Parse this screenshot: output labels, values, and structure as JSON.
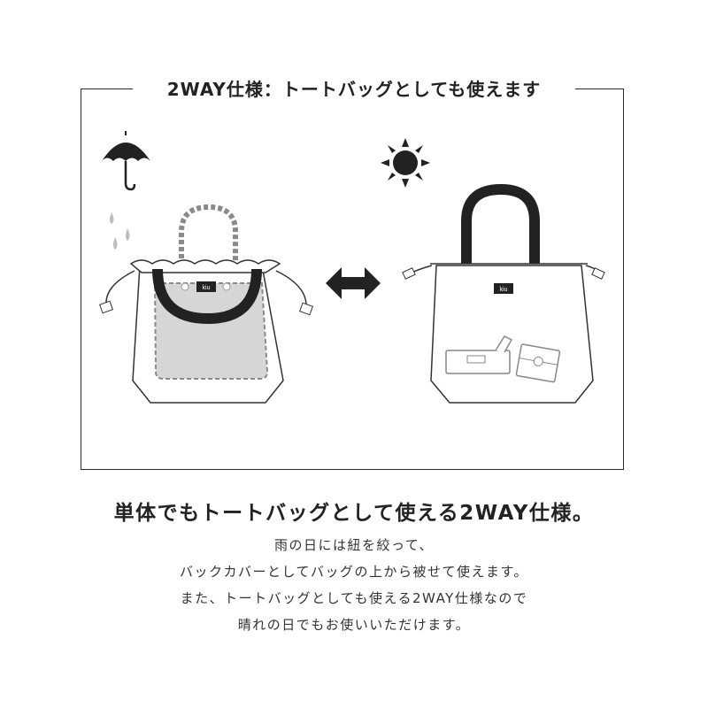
{
  "frame_title": "2WAY仕様：トートバッグとしても使えます",
  "bag_label": "kiu",
  "headline": "単体でもトートバッグとして使える2WAY仕様。",
  "body_lines": [
    "雨の日には紐を絞って、",
    "バックカバーとしてバッグの上から被せて使えます。",
    "また、トートバッグとしても使える2WAY仕様なので",
    "晴れの日でもお使いいただけます。"
  ],
  "icons": {
    "rain": "umbrella-icon",
    "drops": "raindrop-icon",
    "sun": "sun-icon",
    "swap": "double-arrow-icon"
  },
  "colors": {
    "ink": "#222222",
    "cover_fill": "#d6d6d6",
    "dash": "#8a8a8a"
  }
}
